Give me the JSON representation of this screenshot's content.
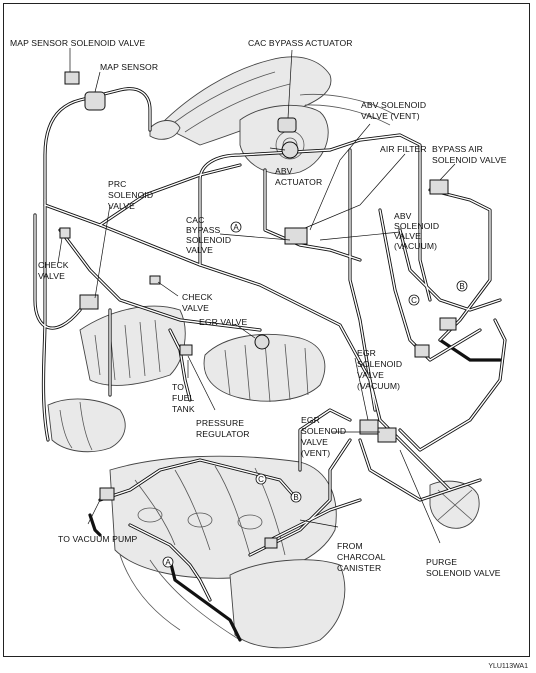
{
  "labels": {
    "map_sensor_solenoid_valve": "MAP SENSOR SOLENOID VALVE",
    "map_sensor": "MAP SENSOR",
    "cac_bypass_actuator": "CAC BYPASS ACTUATOR",
    "abv_solenoid_valve_vent": [
      "ABV SOLENOID",
      "VALVE (VENT)"
    ],
    "air_filter": "AIR FILTER",
    "bypass_air_solenoid_valve": [
      "BYPASS AIR",
      "SOLENOID VALVE"
    ],
    "abv_actuator": [
      "ABV",
      "ACTUATOR"
    ],
    "prc_solenoid_valve": [
      "PRC",
      "SOLENOID",
      "VALVE"
    ],
    "cac_bypass_solenoid_valve": [
      "CAC",
      "BYPASS",
      "SOLENOID",
      "VALVE"
    ],
    "abv_solenoid_valve_vacuum": [
      "ABV",
      "SOLENOID",
      "VALVE",
      "(VACUUM)"
    ],
    "check_valve_left": [
      "CHECK",
      "VALVE"
    ],
    "check_valve_mid": [
      "CHECK",
      "VALVE"
    ],
    "egr_valve": "EGR VALVE",
    "to_fuel_tank": [
      "TO",
      "FUEL",
      "TANK"
    ],
    "pressure_regulator": [
      "PRESSURE",
      "REGULATOR"
    ],
    "egr_solenoid_valve_vacuum": [
      "EGR",
      "SOLENOID",
      "VALVE",
      "(VACUUM)"
    ],
    "egr_solenoid_valve_vent": [
      "EGR",
      "SOLENOID",
      "VALVE",
      "(VENT)"
    ],
    "to_vacuum_pump": "TO VACUUM PUMP",
    "from_charcoal_canister": [
      "FROM",
      "CHARCOAL",
      "CANISTER"
    ],
    "purge_solenoid_valve": [
      "PURGE",
      "SOLENOID VALVE"
    ]
  },
  "connectors": [
    "A",
    "B",
    "C"
  ],
  "figure_code": "YLU113WA1",
  "colors": {
    "line": "#111111",
    "background": "#ffffff"
  }
}
